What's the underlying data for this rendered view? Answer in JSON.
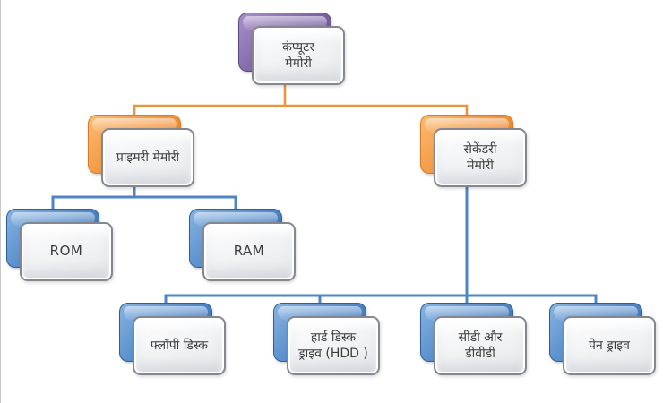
{
  "colors": {
    "purple": "#7D62A5",
    "purple-light": "#A78FC6",
    "purple-dark": "#5E4880",
    "orange": "#F2923B",
    "orange-light": "#FBBA72",
    "orange-dark": "#D87B24",
    "blue": "#4E87C9",
    "blue-light": "#86B2E0",
    "blue-dark": "#2F5F93",
    "connector-orange": "#E9953F",
    "connector-blue": "#4E86C5",
    "front-border": "#84878F",
    "text": "#3C3C3C"
  },
  "nodes": [
    {
      "id": "computer-memory",
      "line1": "कंप्यूटर",
      "line2": "मेमोरी"
    },
    {
      "id": "primary-memory",
      "line1": "प्राइमरी मेमोरी",
      "line2": ""
    },
    {
      "id": "secondary-memory",
      "line1": "सेकेंडरी",
      "line2": "मेमोरी"
    },
    {
      "id": "rom",
      "line1": "ROM",
      "line2": ""
    },
    {
      "id": "ram",
      "line1": "RAM",
      "line2": ""
    },
    {
      "id": "floppy-disk",
      "line1": "फ्लॉपी डिस्क",
      "line2": ""
    },
    {
      "id": "hard-disk-drive",
      "line1": "हार्ड डिस्क",
      "line2": "ड्राइव (HDD )"
    },
    {
      "id": "cd-dvd",
      "line1": "सीडी और",
      "line2": "डीवीडी"
    },
    {
      "id": "pen-drive",
      "line1": "पेन ड्राइव",
      "line2": ""
    }
  ]
}
